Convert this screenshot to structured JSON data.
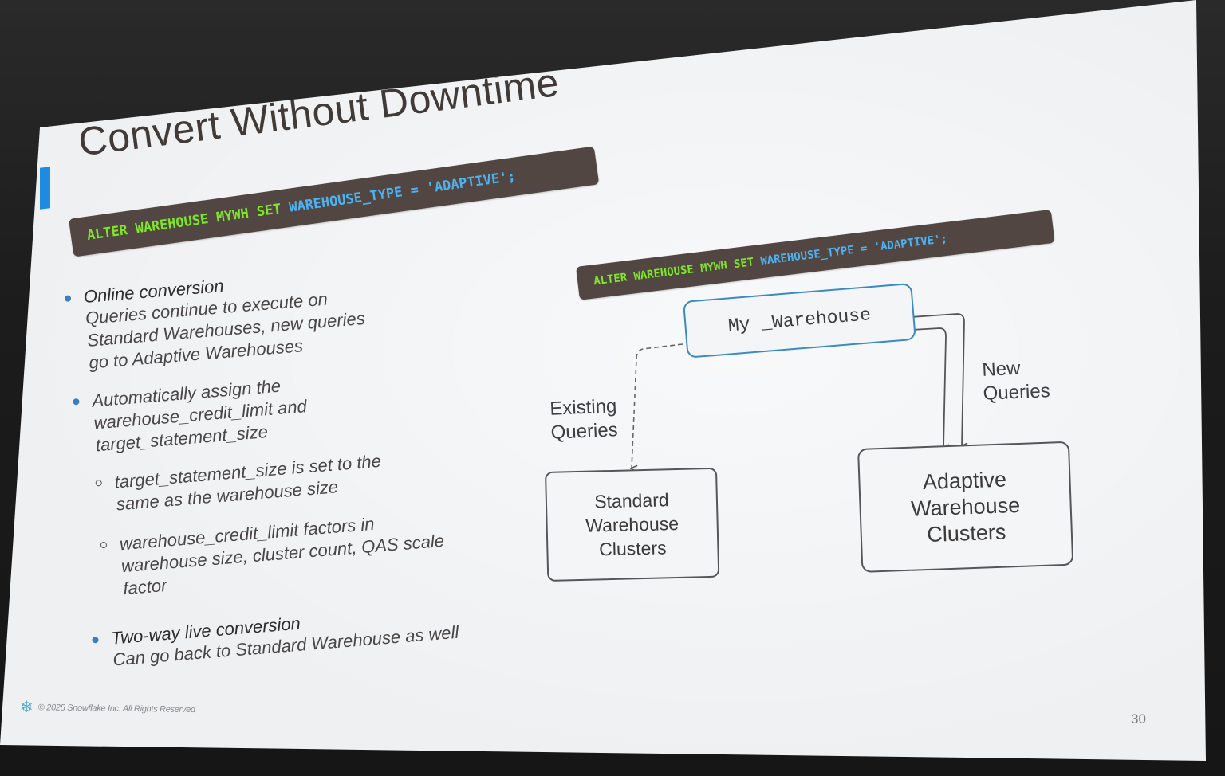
{
  "slide": {
    "title": "Convert Without Downtime",
    "accent_color": "#1e8ae0",
    "page_number": "30",
    "footer": {
      "logo_icon": "snowflake-icon",
      "copyright": "© 2025 Snowflake Inc. All Rights Reserved"
    }
  },
  "code_primary": {
    "keywords": "ALTER WAREHOUSE MYWH SET",
    "identifier": "WAREHOUSE_TYPE = 'ADAPTIVE';",
    "keyword_color": "#7ee52c",
    "identifier_color": "#4db2f0",
    "background": "#514641"
  },
  "code_secondary": {
    "keywords": "ALTER WAREHOUSE MYWH SET",
    "identifier": "WAREHOUSE_TYPE = 'ADAPTIVE';"
  },
  "bullets": [
    {
      "heading": "Online conversion",
      "text": "Queries continue to execute on Standard Warehouses, new queries go to Adaptive Warehouses"
    },
    {
      "text": "Automatically assign the warehouse_credit_limit and target_statement_size",
      "sub": [
        "target_statement_size is set to the same as the warehouse size",
        "warehouse_credit_limit factors in warehouse size, cluster count, QAS scale factor"
      ]
    },
    {
      "heading": "Two-way live conversion",
      "text": "Can go back to Standard Warehouse as well"
    }
  ],
  "diagram": {
    "source_node": "My _Warehouse",
    "standard_node": [
      "Standard",
      "Warehouse",
      "Clusters"
    ],
    "adaptive_node": [
      "Adaptive",
      "Warehouse",
      "Clusters"
    ],
    "existing_label": [
      "Existing",
      "Queries"
    ],
    "new_label": [
      "New",
      "Queries"
    ],
    "source_border_color": "#3b8ac2"
  }
}
